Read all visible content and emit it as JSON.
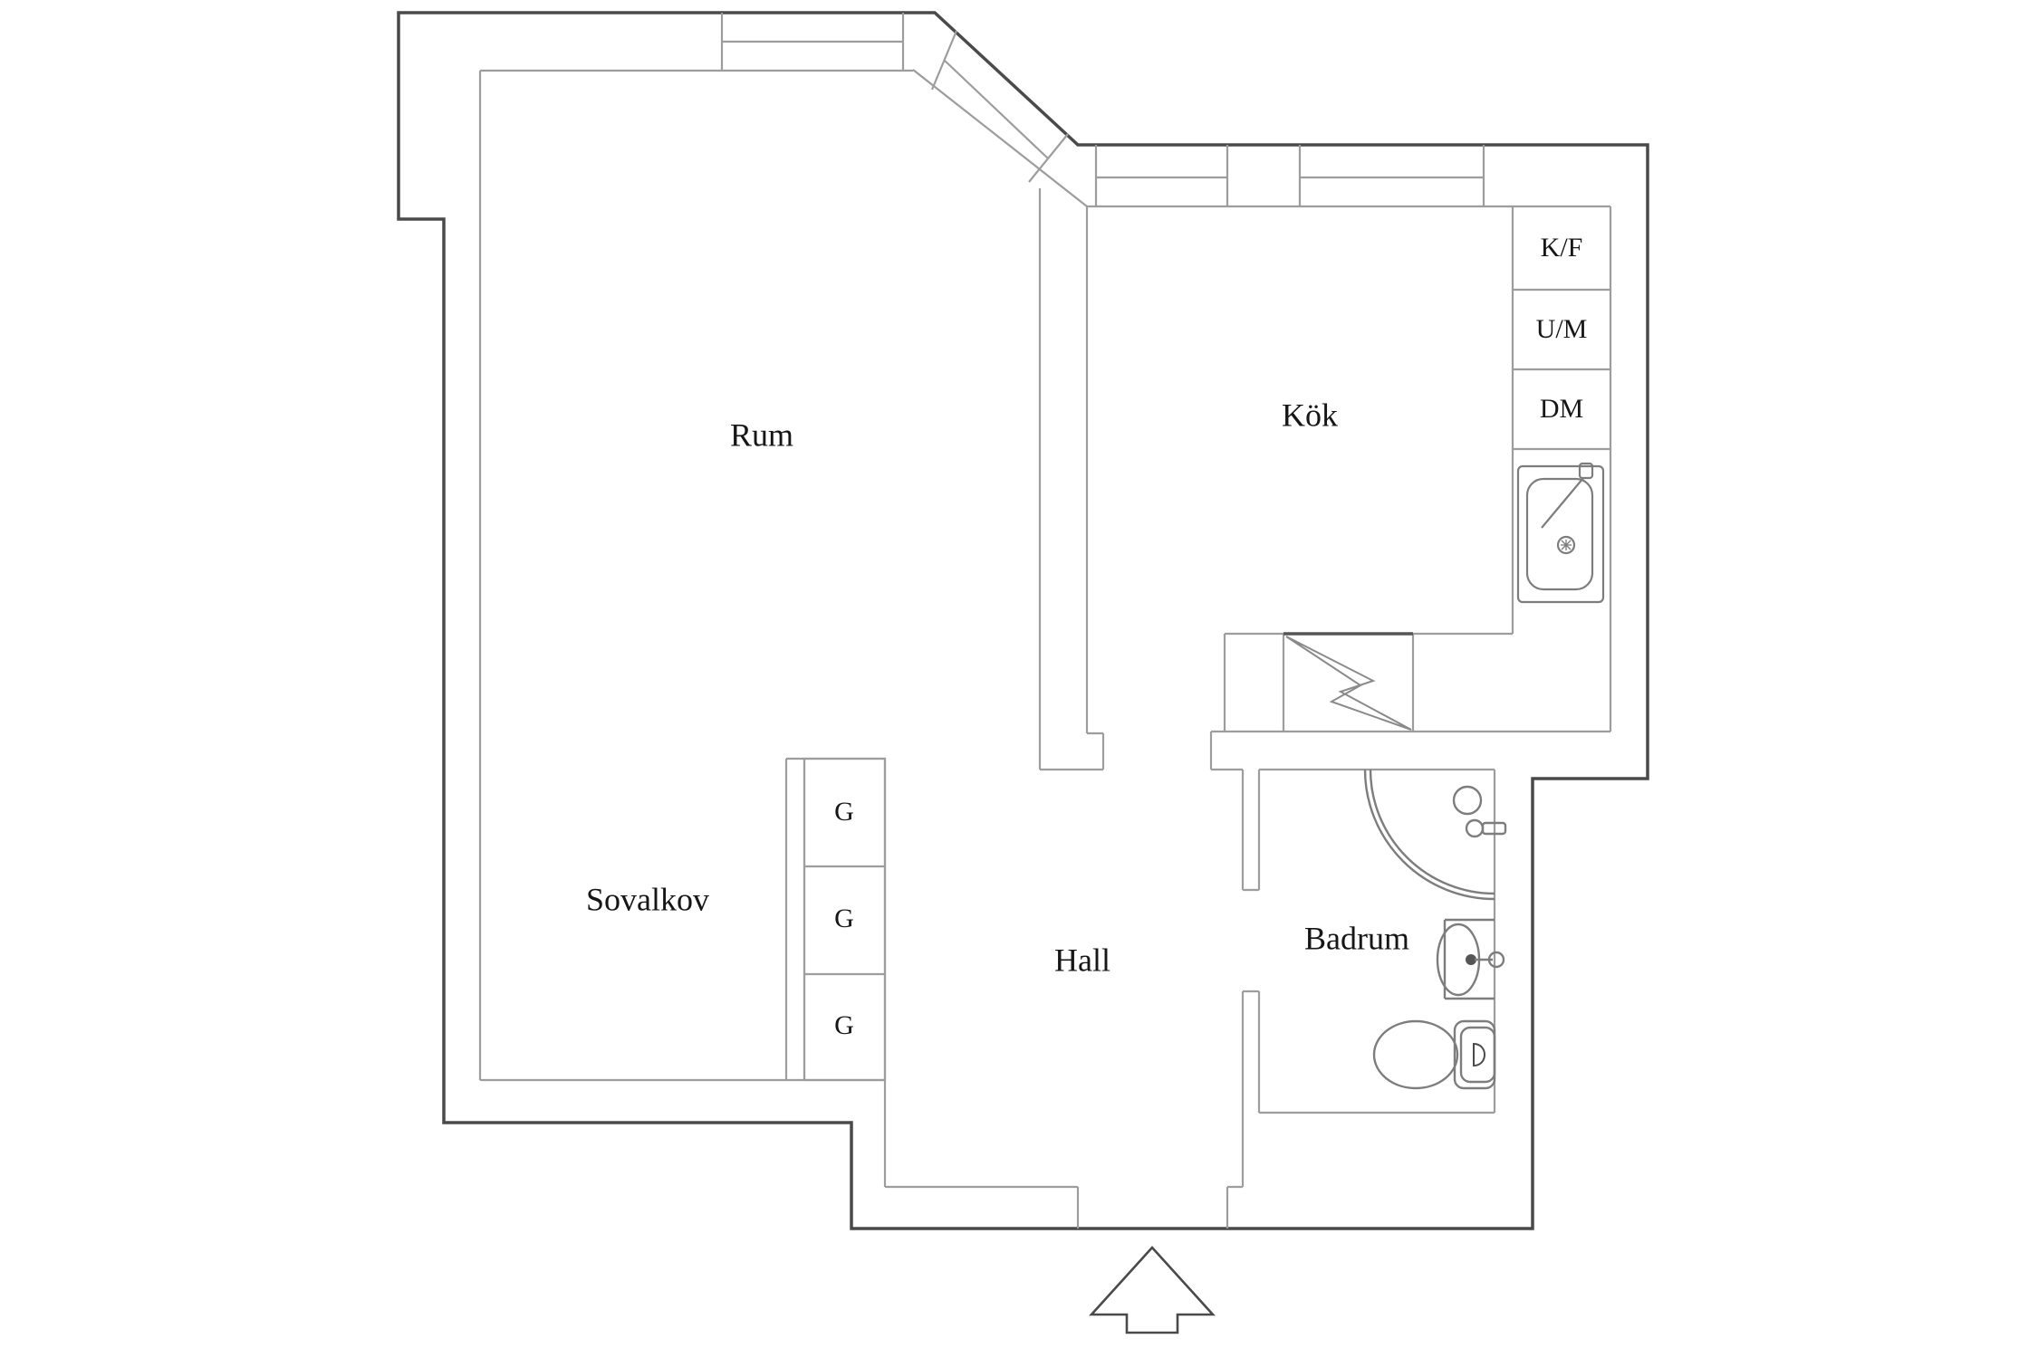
{
  "floor_plan": {
    "rooms": [
      {
        "id": "rum",
        "label": "Rum"
      },
      {
        "id": "kok",
        "label": "Kök"
      },
      {
        "id": "sovalkov",
        "label": "Sovalkov"
      },
      {
        "id": "hall",
        "label": "Hall"
      },
      {
        "id": "badrum",
        "label": "Badrum"
      }
    ],
    "kitchen_appliances": [
      {
        "id": "kf",
        "label": "K/F"
      },
      {
        "id": "um",
        "label": "U/M"
      },
      {
        "id": "dm",
        "label": "DM"
      }
    ],
    "wardrobes": [
      {
        "label": "G"
      },
      {
        "label": "G"
      },
      {
        "label": "G"
      }
    ],
    "symbols": [
      "window",
      "diagonal-window",
      "kitchen-sink",
      "stove",
      "shower",
      "washbasin",
      "toilet",
      "entrance-arrow"
    ],
    "colors": {
      "background": "#ffffff",
      "outer_wall": "#4a4a4a",
      "inner_wall": "#9d9d9d",
      "fixture": "#7d7d7d",
      "text": "#161616"
    }
  }
}
